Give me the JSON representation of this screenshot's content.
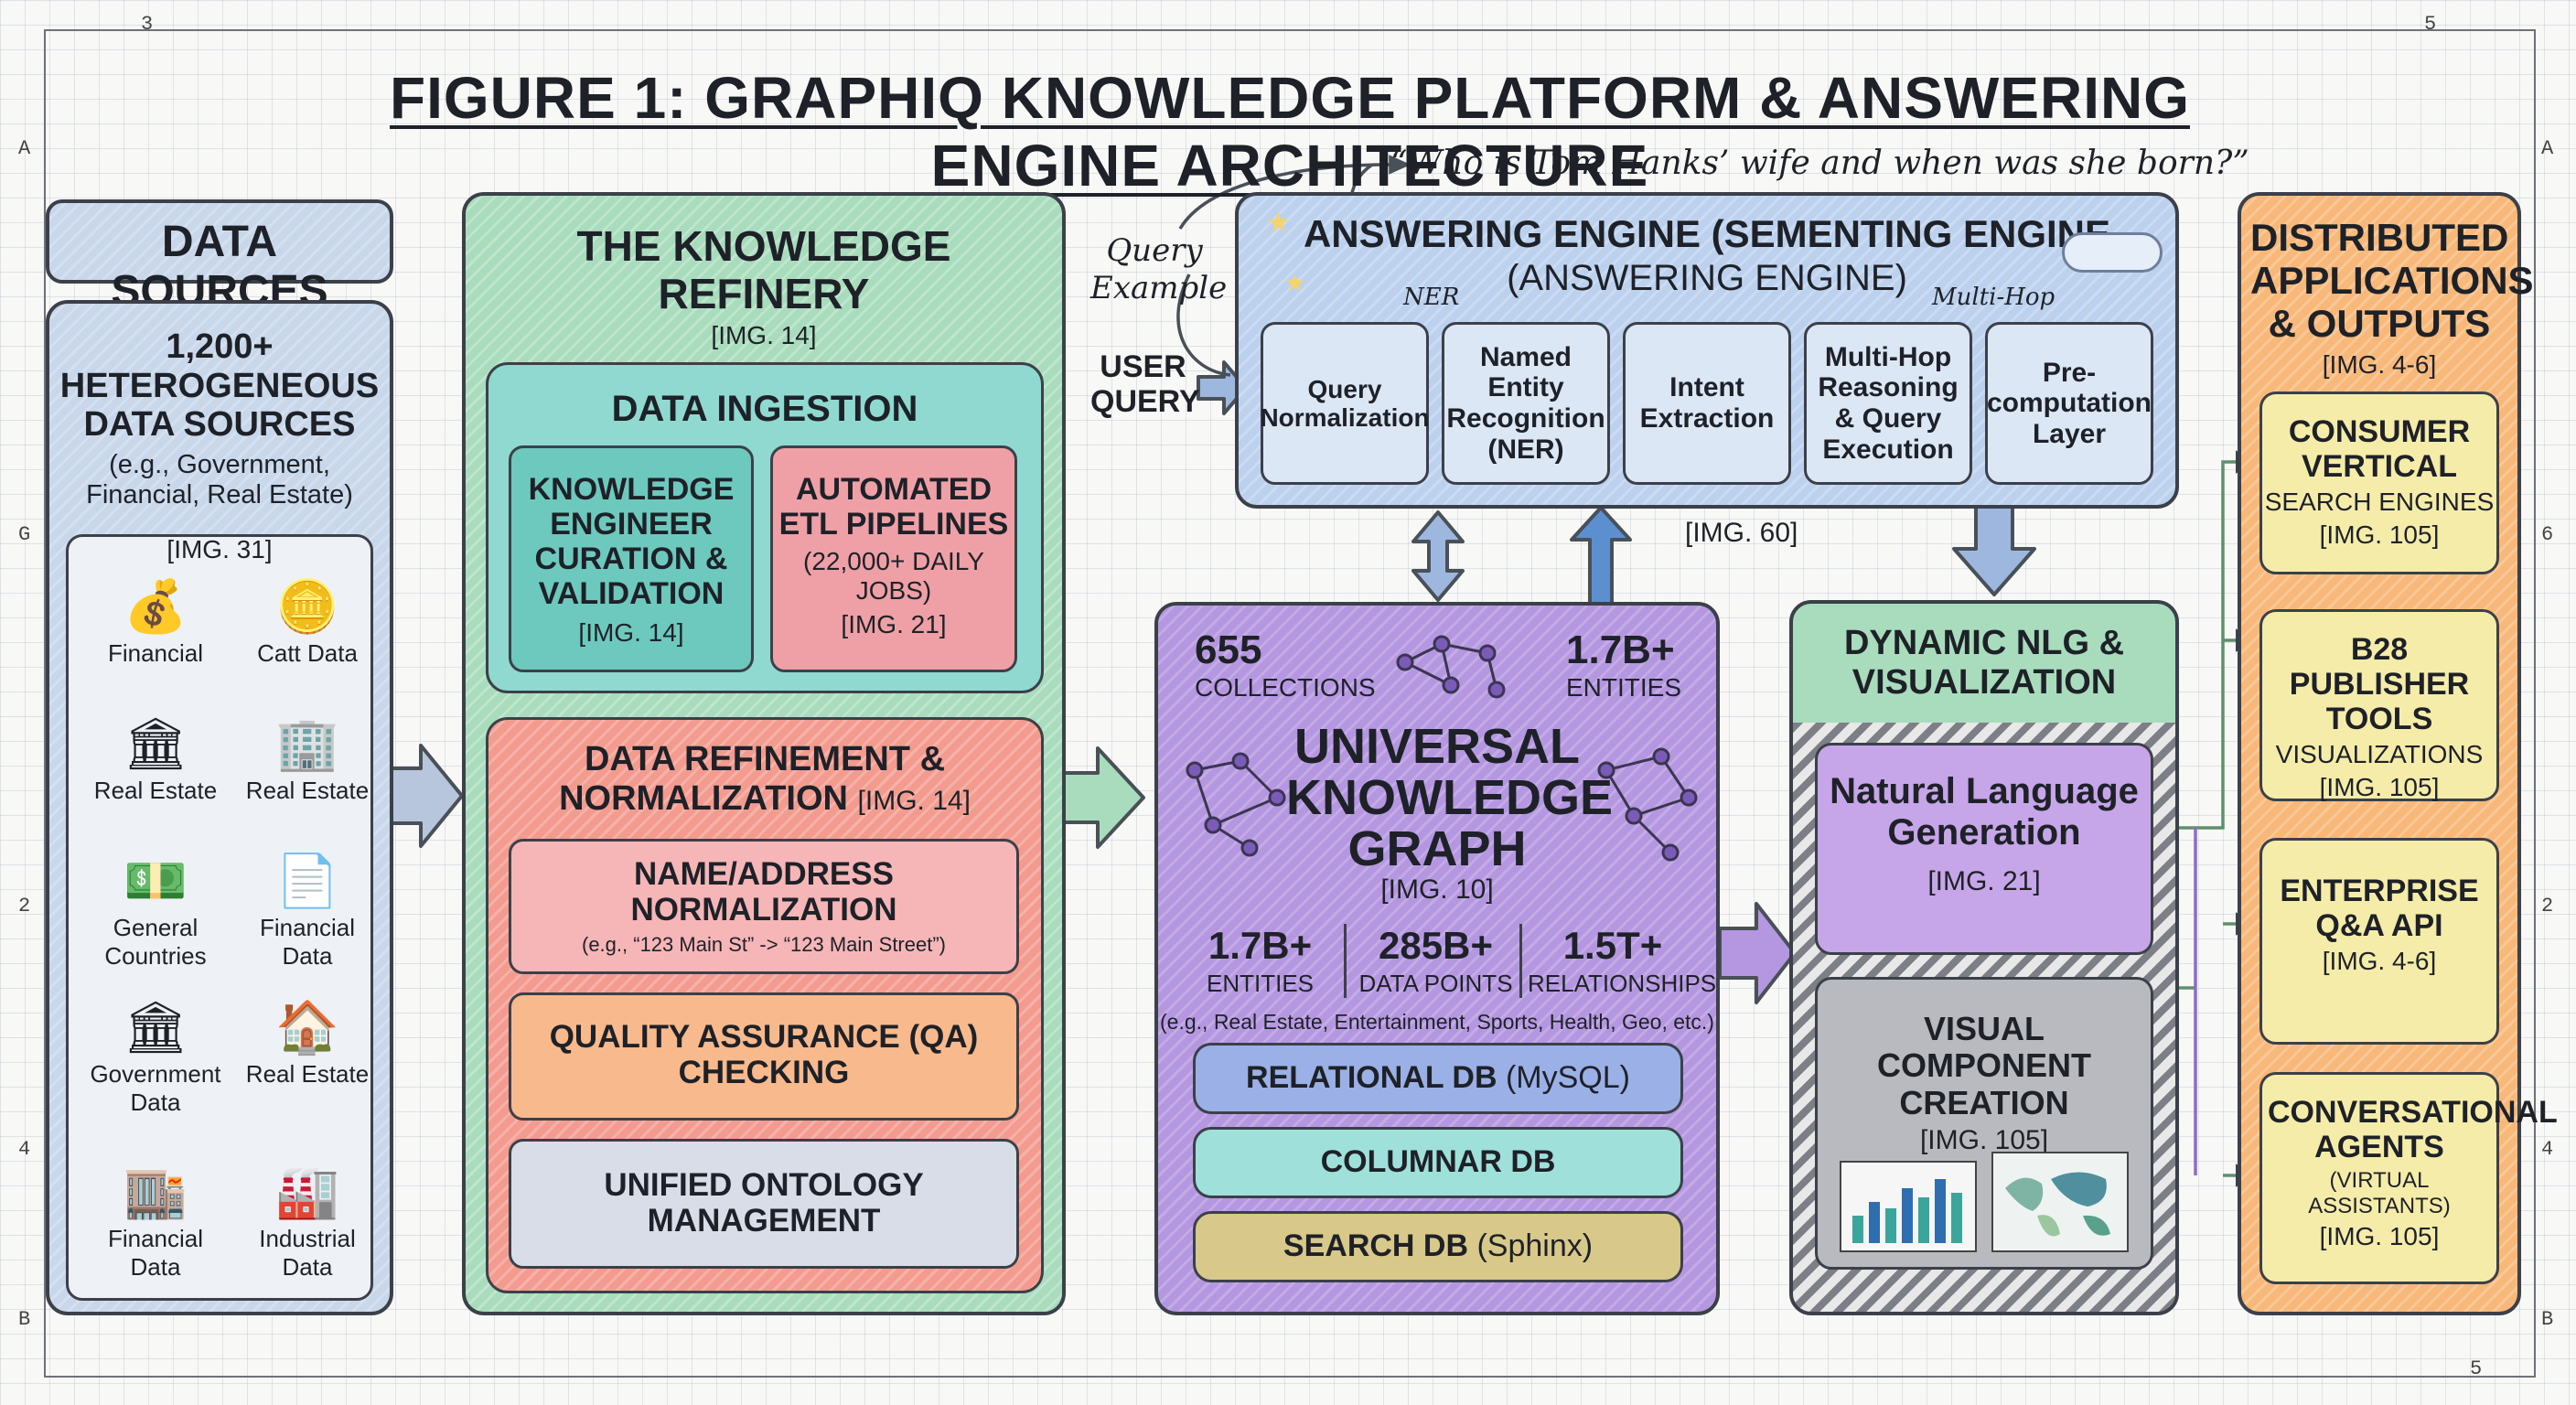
{
  "title": "FIGURE 1: GRAPHIQ KNOWLEDGE PLATFORM & ANSWERING ENGINE ARCHITECTURE",
  "ruler": {
    "top_left": "3",
    "top_right": "5",
    "bottom_right": "5",
    "left_a": "A",
    "left_g": "G",
    "left_2": "2",
    "left_4": "4",
    "left_b": "B",
    "right_a": "A",
    "right_6": "6",
    "right_2": "2",
    "right_4": "4",
    "right_b": "B"
  },
  "data_sources": {
    "header": "DATA SOURCES",
    "title": "1,200+ HETEROGENEOUS DATA SOURCES",
    "subtitle": "(e.g., Government, Financial, Real Estate)",
    "img": "[IMG. 31]",
    "items": [
      {
        "label": "Financial",
        "icon": "money-bag-icon",
        "glyph": "💰"
      },
      {
        "label": "Catt Data",
        "icon": "coins-icon",
        "glyph": "🪙"
      },
      {
        "label": "Real Estate",
        "icon": "bank-building-icon",
        "glyph": "🏛"
      },
      {
        "label": "Real Estate",
        "icon": "office-building-icon",
        "glyph": "🏢"
      },
      {
        "label": "General Countries",
        "icon": "cash-stack-icon",
        "glyph": "💵"
      },
      {
        "label": "Financial Data",
        "icon": "document-coin-icon",
        "glyph": "📄"
      },
      {
        "label": "Government Data",
        "icon": "government-building-icon",
        "glyph": "🏛"
      },
      {
        "label": "Real Estate",
        "icon": "house-icon",
        "glyph": "🏠"
      },
      {
        "label": "Financial Data",
        "icon": "skyscraper-icon",
        "glyph": "🏬"
      },
      {
        "label": "Industrial Data",
        "icon": "factory-icon",
        "glyph": "🏭"
      }
    ]
  },
  "refinery": {
    "title": "THE KNOWLEDGE REFINERY",
    "img": "[IMG. 14]",
    "ingestion": {
      "title": "DATA INGESTION",
      "left": {
        "title": "KNOWLEDGE ENGINEER CURATION & VALIDATION",
        "img": "[IMG. 14]"
      },
      "right": {
        "title": "AUTOMATED ETL PIPELINES",
        "detail": "(22,000+ DAILY JOBS)",
        "img": "[IMG. 21]"
      }
    },
    "refinement": {
      "title": "DATA REFINEMENT & NORMALIZATION",
      "img": "[IMG. 14]",
      "name_address": {
        "title": "NAME/ADDRESS NORMALIZATION",
        "example": "(e.g., “123 Main St” -> “123 Main Street”)"
      },
      "qa": "QUALITY ASSURANCE (QA) CHECKING",
      "ontology": "UNIFIED ONTOLOGY MANAGEMENT"
    }
  },
  "answering": {
    "query_text": "“Who is Tom Hanks’ wife and when was she born?”",
    "query_example": "Query Example",
    "user_query": "USER QUERY",
    "title": "ANSWERING ENGINE (SEMENTING ENGINE",
    "subtitle": "(ANSWERING ENGINE)",
    "ner_label": "NER",
    "multihop_label": "Multi-Hop",
    "img": "[IMG. 60]",
    "steps": [
      "Query Normalization",
      "Named Entity Recognition (NER)",
      "Intent Extraction",
      "Multi-Hop Reasoning & Query Execution",
      "Pre-computation Layer"
    ]
  },
  "graph": {
    "top_left_value": "655",
    "top_left_label": "COLLECTIONS",
    "top_right_value": "1.7B+",
    "top_right_label": "ENTITIES",
    "title": "UNIVERSAL KNOWLEDGE GRAPH",
    "img": "[IMG. 10]",
    "stats": [
      {
        "value": "1.7B+",
        "label": "ENTITIES"
      },
      {
        "value": "285B+",
        "label": "DATA POINTS"
      },
      {
        "value": "1.5T+",
        "label": "RELATIONSHIPS"
      }
    ],
    "example": "(e.g., Real Estate, Entertainment, Sports, Health, Geo, etc.)",
    "dbs": [
      {
        "bold": "RELATIONAL DB",
        "normal": " (MySQL)",
        "color": "#9ab0e6"
      },
      {
        "bold": "COLUMNAR DB",
        "normal": "",
        "color": "#9fe0da"
      },
      {
        "bold": "SEARCH DB",
        "normal": " (Sphinx)",
        "color": "#d8c98a"
      }
    ]
  },
  "nlg": {
    "title": "DYNAMIC NLG & VISUALIZATION",
    "nlg_title": "Natural Language Generation",
    "nlg_img": "[IMG. 21]",
    "visual_title": "VISUAL COMPONENT CREATION",
    "visual_img": "[IMG. 105]"
  },
  "outputs": {
    "title": "DISTRIBUTED APPLICATIONS & OUTPUTS",
    "img": "[IMG. 4-6]",
    "items": [
      {
        "title": "CONSUMER VERTICAL",
        "sub": "SEARCH ENGINES",
        "img": "[IMG. 105]"
      },
      {
        "title": "B28 PUBLISHER TOOLS",
        "sub": "VISUALIZATIONS",
        "img": "[IMG. 105]"
      },
      {
        "title": "ENTERPRISE Q&A API",
        "sub": "",
        "img": "[IMG. 4-6]"
      },
      {
        "title": "CONVERSATIONAL AGENTS",
        "sub": "(VIRTUAL ASSISTANTS)",
        "img": "[IMG. 105]"
      }
    ]
  },
  "colors": {
    "blue": "#c8d7ea",
    "green": "#a9dcbc",
    "red": "#f39b8f",
    "purple": "#b497e0",
    "orange": "#f7b87a",
    "teal": "#74cfc4",
    "yellow": "#f6ecaa"
  }
}
